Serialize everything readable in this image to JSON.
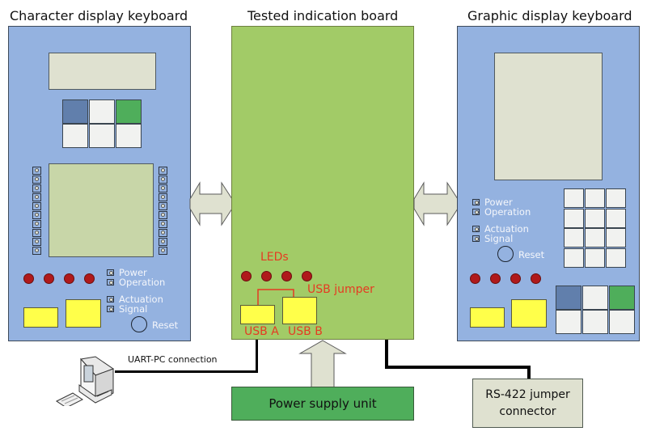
{
  "titles": {
    "left": "Character display keyboard",
    "center": "Tested indication board",
    "right": "Graphic display keyboard"
  },
  "left_keyboard": {
    "indicators": [
      "Power",
      "Operation",
      "Actuation",
      "Signal"
    ],
    "reset_label": "Reset",
    "led_count": 4,
    "side_button_rows": 10,
    "key_colors": [
      "#617fac",
      "#f1f2f0",
      "#4fae5b",
      "#f1f2f0",
      "#f1f2f0",
      "#f1f2f0"
    ]
  },
  "right_keyboard": {
    "indicators": [
      "Power",
      "Operation",
      "Actuation",
      "Signal"
    ],
    "reset_label": "Reset",
    "led_count": 4,
    "keypad_rows": 4,
    "keypad_cols": 3,
    "key_colors": [
      "#617fac",
      "#f1f2f0",
      "#4fae5b",
      "#f1f2f0",
      "#f1f2f0",
      "#f1f2f0"
    ]
  },
  "board": {
    "leds_label": "LEDs",
    "usb_jumper_label": "USB jumper",
    "usb_a_label": "USB A",
    "usb_b_label": "USB B"
  },
  "connections": {
    "uart_label": "UART-PC connection",
    "psu_label": "Power supply unit",
    "rs422_line1": "RS-422 jumper",
    "rs422_line2": "connector"
  },
  "colors": {
    "panel": "#94b2e0",
    "board": "#a2cb67",
    "led": "#b0191b",
    "usb": "#ffff4a",
    "psu": "#4fae5b",
    "annotation": "#e53b22"
  }
}
